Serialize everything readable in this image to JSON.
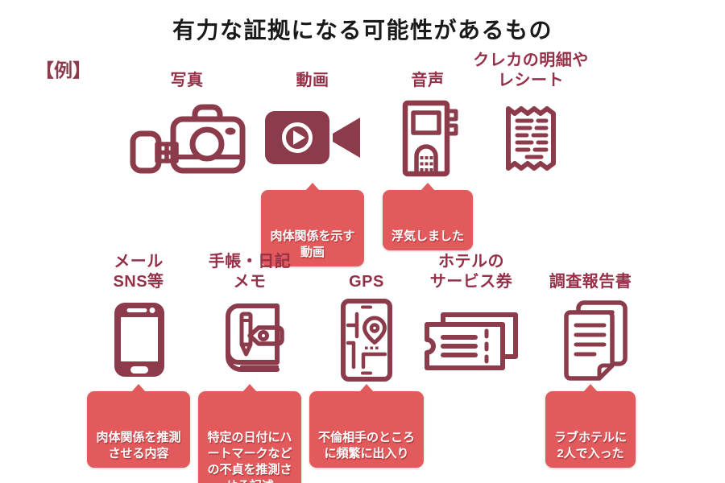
{
  "title": "有力な証拠になる可能性があるもの",
  "example_label": "【例】",
  "colors": {
    "title": "#1A1A1A",
    "label": "#953049",
    "icon": "#8C3B4B",
    "callout_bg": "#E25A5C",
    "callout_text": "#FFFFFF",
    "background": "#FFFFFF"
  },
  "rows": [
    {
      "items": [
        {
          "label": "写真",
          "icon": "camera-icon",
          "callout": null
        },
        {
          "label": "動画",
          "icon": "video-camera-icon",
          "callout": "肉体関係を示す\n動画"
        },
        {
          "label": "音声",
          "icon": "voice-recorder-icon",
          "callout": "浮気しました"
        },
        {
          "label": "クレカの明細や\nレシート",
          "icon": "receipt-icon",
          "callout": null
        }
      ]
    },
    {
      "items": [
        {
          "label": "メール\nSNS等",
          "icon": "smartphone-icon",
          "callout": "肉体関係を推測\nさせる内容"
        },
        {
          "label": "手帳・日記\nメモ",
          "icon": "notebook-icon",
          "callout": "特定の日付にハ\nートマークなど\nの不貞を推測さ\nせる記述"
        },
        {
          "label": "GPS",
          "icon": "gps-map-icon",
          "callout": "不倫相手のところ\nに頻繁に出入り"
        },
        {
          "label": "ホテルの\nサービス券",
          "icon": "ticket-icon",
          "callout": null
        },
        {
          "label": "調査報告書",
          "icon": "report-document-icon",
          "callout": "ラブホテルに\n2人で入った"
        }
      ]
    }
  ]
}
